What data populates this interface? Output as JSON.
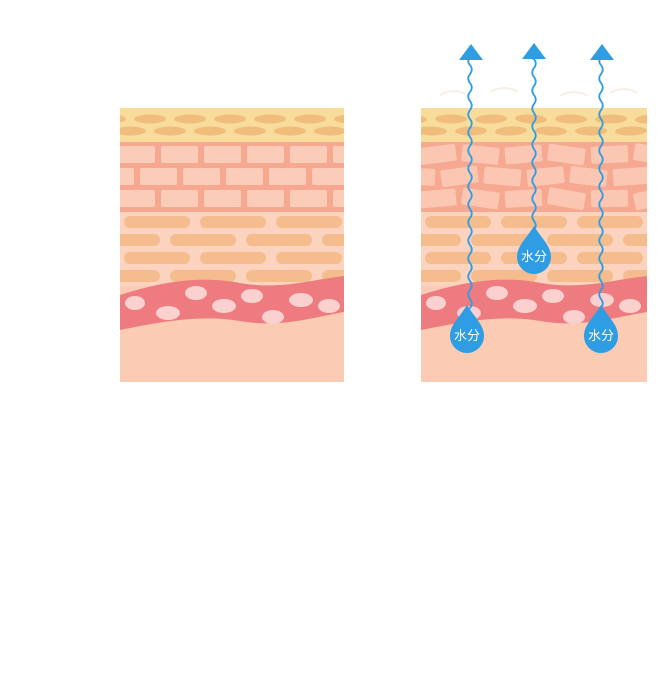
{
  "diagram": {
    "panels": [
      {
        "id": "healthy",
        "state": "intact-barrier"
      },
      {
        "id": "damaged",
        "state": "moisture-evaporating"
      }
    ],
    "droplets": [
      {
        "label": "水分"
      },
      {
        "label": "水分"
      },
      {
        "label": "水分"
      }
    ],
    "colors": {
      "stratum_top": "#f8dc9c",
      "stratum_cells": "#f1bd7d",
      "brick_layer_bg": "#f6a990",
      "brick": "#fbcdb8",
      "cell_layer_bg": "#fbd3be",
      "cell": "#f5bc8e",
      "vessel": "#ee7b80",
      "vessel_cell": "#fbd1cf",
      "dermis": "#fbcbb4",
      "water": "#2f9de3",
      "droplet_text": "#ffffff"
    },
    "icons": [
      "water-droplet-icon",
      "evaporation-arrow-icon"
    ]
  }
}
